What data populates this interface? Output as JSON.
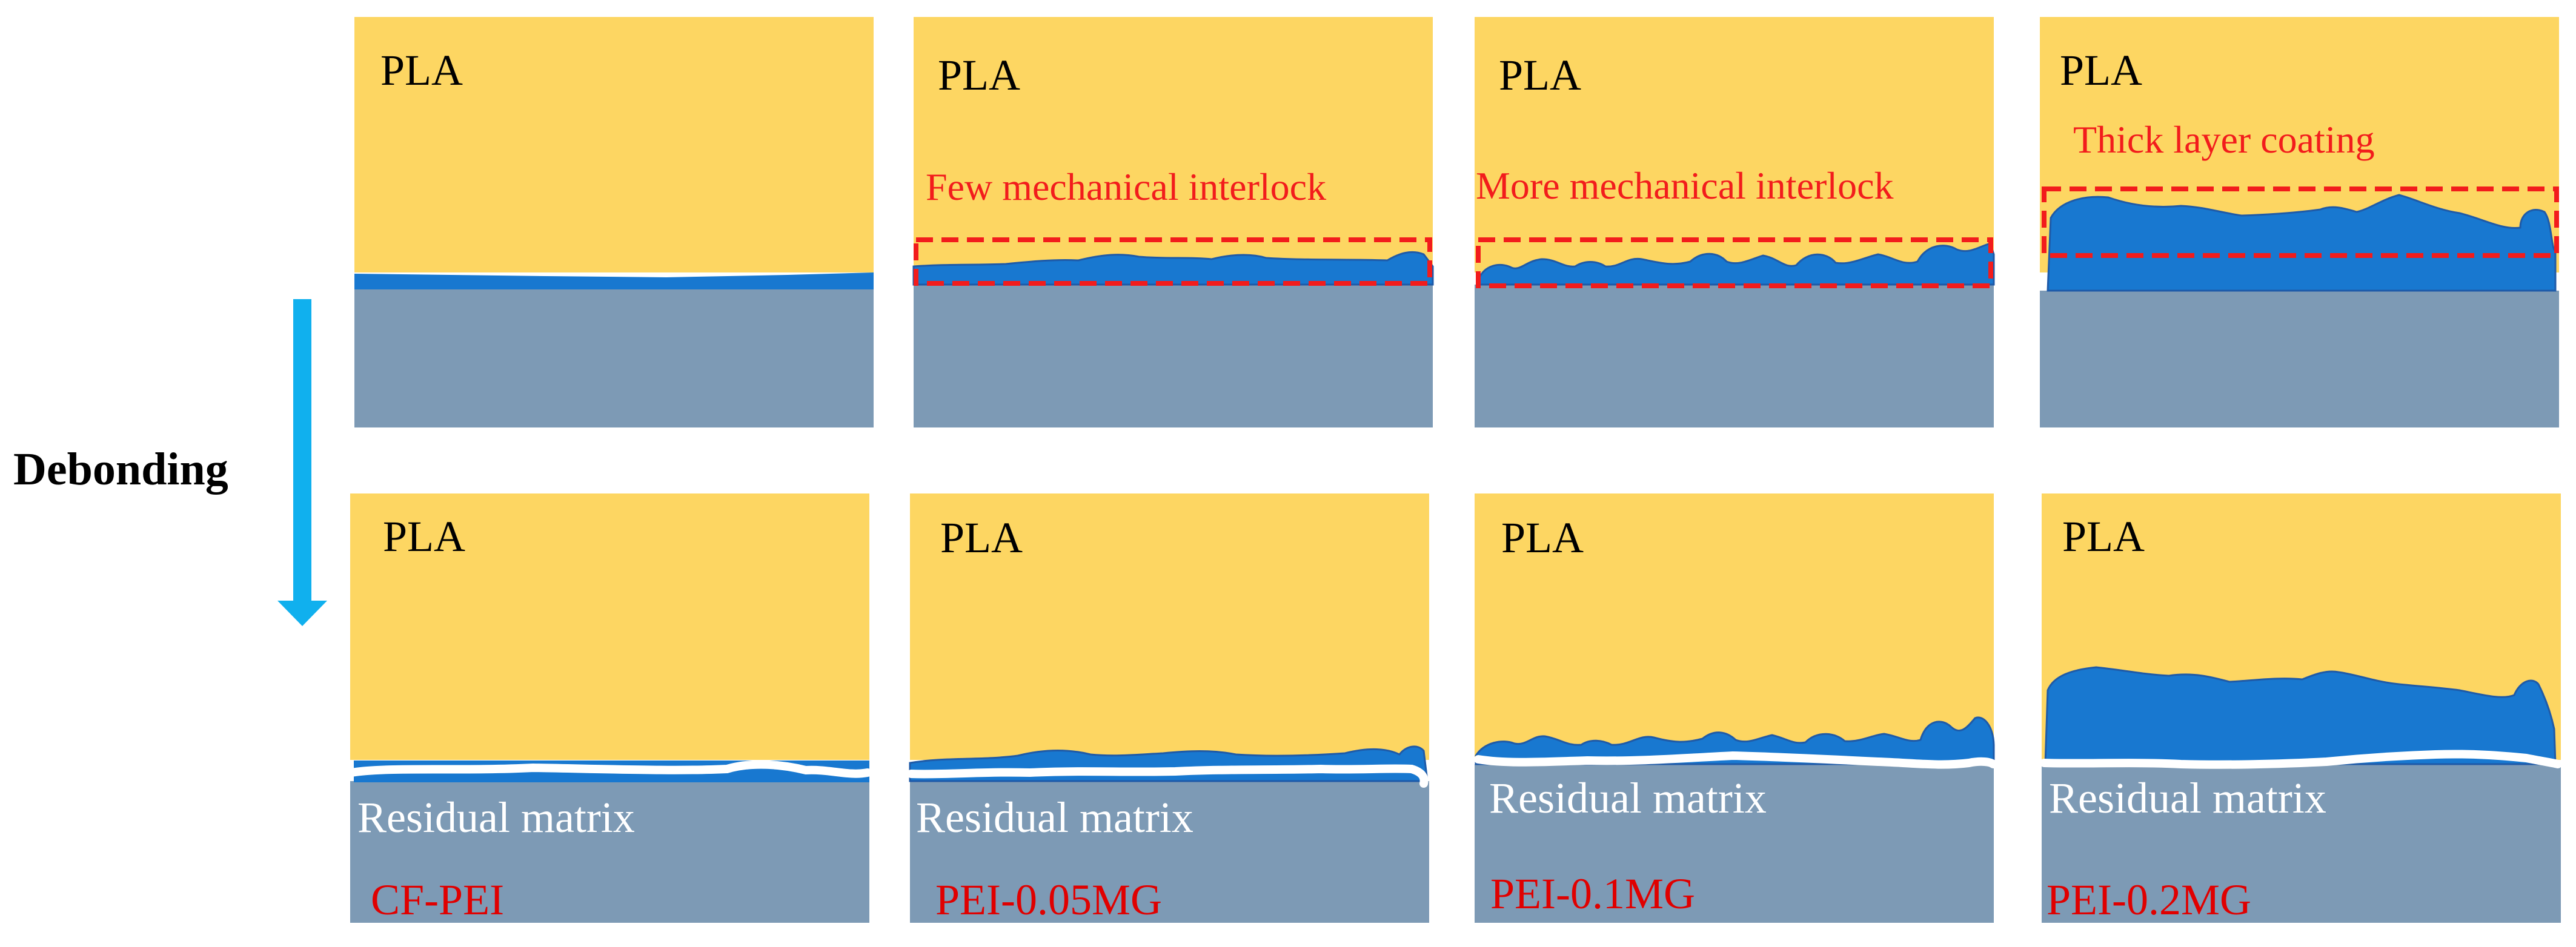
{
  "side_label": "Debonding",
  "materials": {
    "pla": "PLA",
    "residual": "Residual matrix"
  },
  "panels_top": [
    {
      "pla_label": "PLA",
      "annotation": ""
    },
    {
      "pla_label": "PLA",
      "annotation": "Few mechanical interlock"
    },
    {
      "pla_label": "PLA",
      "annotation": "More mechanical interlock"
    },
    {
      "pla_label": "PLA",
      "annotation": "Thick layer coating"
    }
  ],
  "panels_bottom": [
    {
      "pla_label": "PLA",
      "residual_label": "Residual matrix",
      "sample": "CF-PEI"
    },
    {
      "pla_label": "PLA",
      "residual_label": "Residual matrix",
      "sample": "PEI-0.05MG"
    },
    {
      "pla_label": "PLA",
      "residual_label": "Residual matrix",
      "sample": "PEI-0.1MG"
    },
    {
      "pla_label": "PLA",
      "residual_label": "Residual matrix",
      "sample": "PEI-0.2MG"
    }
  ],
  "colors": {
    "pla": "#FDD662",
    "coating": "#1878D0",
    "coating_edge": "#1E5AA8",
    "substrate": "#7D9AB5",
    "annotation": "#F21C1C",
    "sample_label": "#E00000",
    "arrow": "#10B0EE",
    "residual_line": "#FFFFFF"
  }
}
